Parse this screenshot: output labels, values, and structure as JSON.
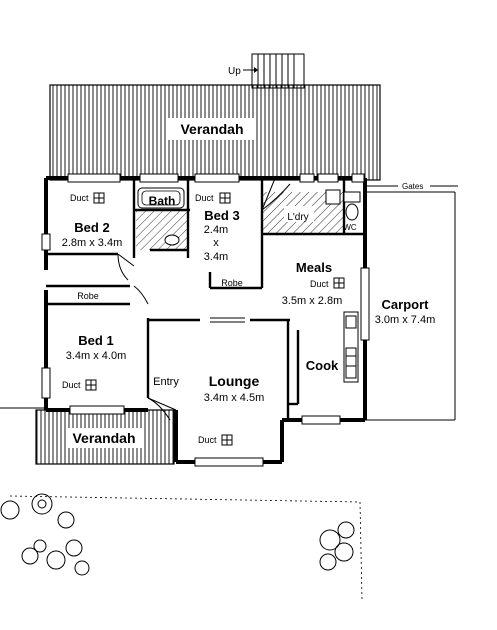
{
  "labels": {
    "up": "Up",
    "gates": "Gates",
    "verandah_top": "Verandah",
    "verandah_bottom": "Verandah",
    "bed2": "Bed 2",
    "bed2_size": "2.8m x 3.4m",
    "bath": "Bath",
    "bed3": "Bed 3",
    "bed3_dim1": "2.4m",
    "bed3_x": "x",
    "bed3_dim2": "3.4m",
    "bed3_robe": "Robe",
    "laundry": "L'dry",
    "wc": "WC",
    "meals": "Meals",
    "meals_size": "3.5m x 2.8m",
    "carport": "Carport",
    "carport_size": "3.0m x 7.4m",
    "robe": "Robe",
    "bed1": "Bed 1",
    "bed1_size": "3.4m x 4.0m",
    "entry": "Entry",
    "lounge": "Lounge",
    "lounge_size": "3.4m x 4.5m",
    "cook": "Cook",
    "duct_bed2": "Duct",
    "duct_bed3": "Duct",
    "duct_meals": "Duct",
    "duct_bed1": "Duct",
    "duct_lounge": "Duct"
  }
}
